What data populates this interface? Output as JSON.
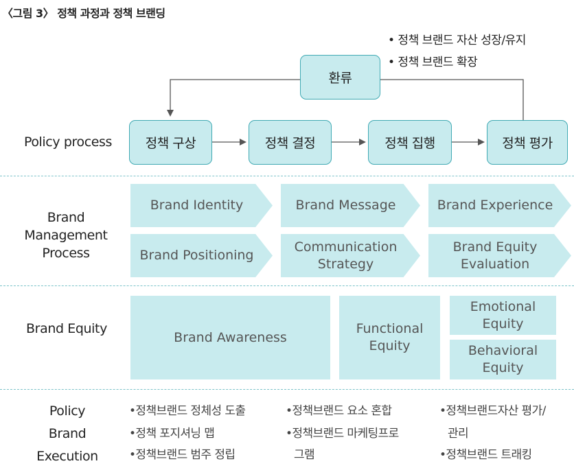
{
  "figure_title": "〈그림 3〉 정책 과정과 정책 브랜딩",
  "notes": [
    "• 정책 브랜드 자산 성장/유지",
    "• 정책 브랜드 확장"
  ],
  "feedback_box": "환류",
  "policy_process": {
    "label": "Policy process",
    "steps": [
      "정책 구상",
      "정책 결정",
      "정책 집행",
      "정책 평가"
    ]
  },
  "brand_management": {
    "label": [
      "Brand",
      "Management",
      "Process"
    ],
    "row1": [
      "Brand Identity",
      "Brand Message",
      "Brand Experience"
    ],
    "row2": [
      [
        "Brand Positioning"
      ],
      [
        "Communication",
        "Strategy"
      ],
      [
        "Brand Equity",
        "Evaluation"
      ]
    ]
  },
  "brand_equity": {
    "label": "Brand Equity",
    "awareness": "Brand Awareness",
    "functional": [
      "Functional",
      "Equity"
    ],
    "emotional": [
      "Emotional",
      "Equity"
    ],
    "behavioral": [
      "Behavioral",
      "Equity"
    ]
  },
  "policy_brand_execution": {
    "label": [
      "Policy",
      "Brand",
      "Execution"
    ],
    "col1": [
      "•정책브랜드 정체성 도출",
      "•정책 포지셔닝 맵",
      "•정책브랜드 범주 정립"
    ],
    "col2": [
      "•정책브랜드 요소 혼합",
      "•정책브랜드 마케팅프로",
      "그램"
    ],
    "col3": [
      "•정책브랜드자산 평가/",
      "관리",
      "•정책브랜드 트래킹"
    ]
  },
  "colors": {
    "box_fill": "#c8ebee",
    "box_border": "#3fa9b3",
    "divider": "#7cc3c9",
    "connector": "#555555"
  }
}
